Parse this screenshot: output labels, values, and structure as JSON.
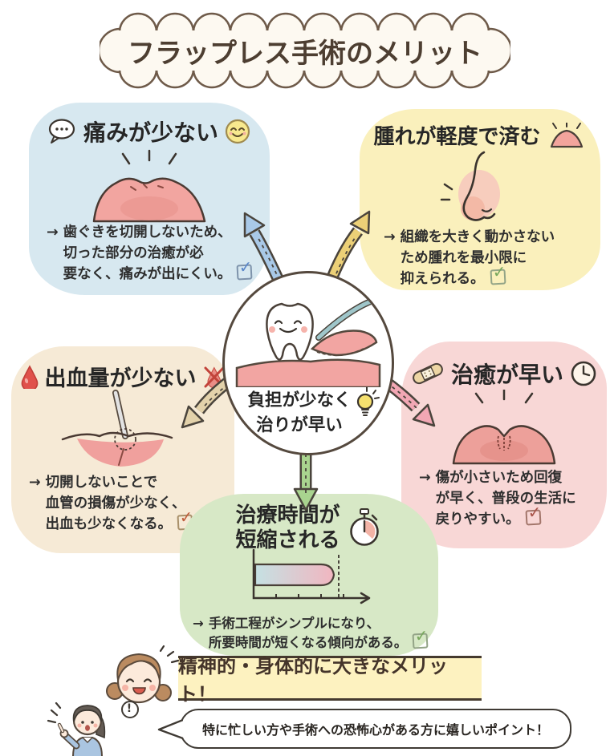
{
  "title": "フラップレス手術のメリット",
  "glyphs": {
    "arrow": "→",
    "check": "✓",
    "exclamation": "!"
  },
  "center": {
    "caption": [
      "負担が少なく",
      "治りが早い"
    ],
    "icon": "lightbulb-icon"
  },
  "cards": {
    "pain": {
      "title": "痛みが少ない",
      "icons": [
        "speech-dots-icon",
        "smiley-face-icon"
      ],
      "body": [
        "歯ぐきを切開しないため、",
        "切った部分の治癒が必",
        "要なく、痛みが出にくい。"
      ]
    },
    "swelling": {
      "title": "腫れが軽度で済む",
      "icons": [
        "swelling-bump-icon"
      ],
      "body": [
        "組織を大きく動かさない",
        "ため腫れを最小限に",
        "抑えられる。"
      ]
    },
    "bleeding": {
      "title": "出血量が少ない",
      "icons": [
        "blood-drop-icon",
        "no-bleeding-icon"
      ],
      "body": [
        "切開しないことで",
        "血管の損傷が少なく、",
        "出血も少なくなる。"
      ]
    },
    "healing": {
      "title": "治癒が早い",
      "icons": [
        "bandage-icon",
        "clock-icon"
      ],
      "body": [
        "傷が小さいため回復",
        "が早く、普段の生活に",
        "戻りやすい。"
      ]
    },
    "time": {
      "title": [
        "治療時間が",
        "短縮される"
      ],
      "icons": [
        "stopwatch-icon"
      ],
      "body": [
        "手術工程がシンプルになり、",
        "所要時間が短くなる傾向がある。"
      ]
    }
  },
  "banner": {
    "text": "精神的・身体的に大きなメリット！"
  },
  "footer": {
    "text": "特に忙しい方や手術への恐怖心がある方に嬉しいポイント！"
  },
  "palette": {
    "pain_bg": "#d7e8f0",
    "swelling_bg": "#faf0bc",
    "bleeding_bg": "#f6ead6",
    "healing_bg": "#f8d7d6",
    "time_bg": "#d7e8c6",
    "pain_arrow": "#a9c9e8",
    "swelling_arrow": "#ecd077",
    "bleeding_arrow": "#e3d2ab",
    "healing_arrow": "#f2a7b4",
    "time_arrow": "#a9d48f",
    "outline": "#4a443c",
    "banner_bg": "#fdf2c0"
  }
}
